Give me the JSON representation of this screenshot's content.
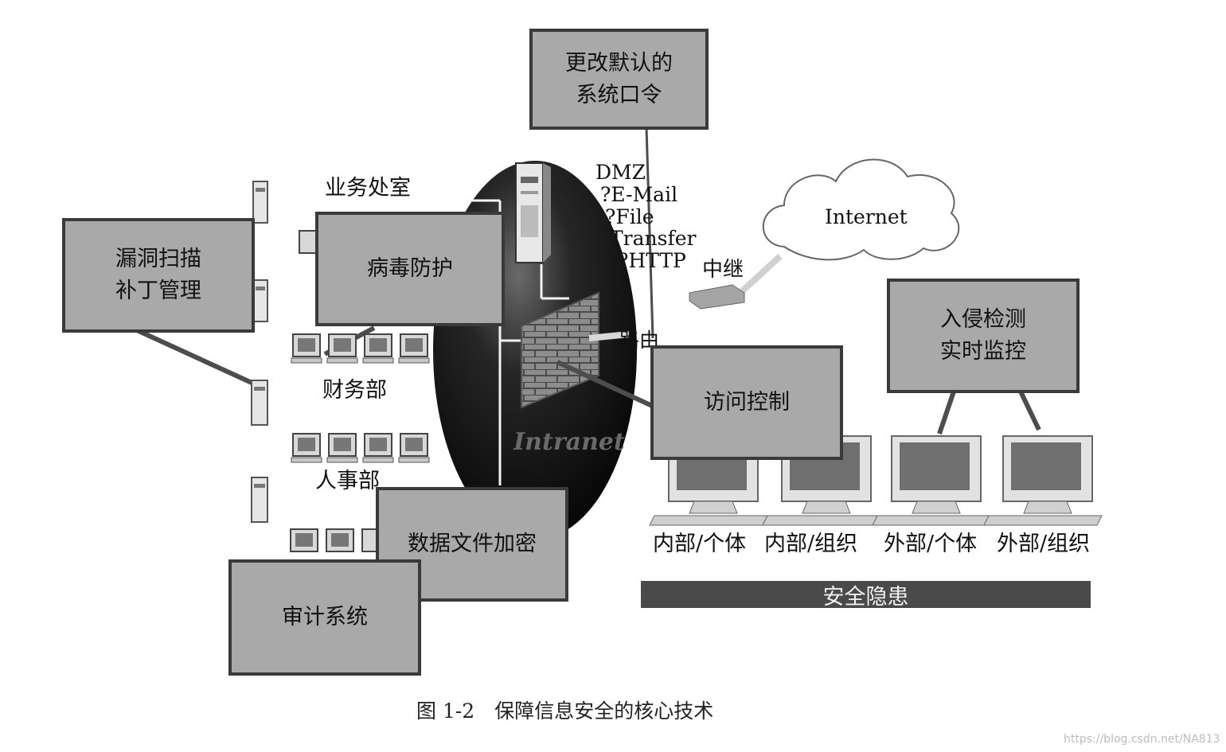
{
  "boxes": {
    "default_password": [
      "更改默认的",
      "系统口令"
    ],
    "vuln_scan": [
      "漏洞扫描",
      "补丁管理"
    ],
    "antivirus": [
      "病毒防护"
    ],
    "access_control": [
      "访问控制"
    ],
    "intrusion_detection": [
      "入侵检测",
      "实时监控"
    ],
    "file_encryption": [
      "数据文件加密"
    ],
    "audit": [
      "审计系统"
    ]
  },
  "labels": {
    "business_office": "业务处室",
    "finance": "财务部",
    "hr": "人事部",
    "intranet": "Intranet",
    "router": "路由",
    "relay": "中继",
    "internet": "Internet",
    "dmz": [
      "DMZ",
      "?E-Mail",
      "?File",
      "Transfer",
      "?HTTP"
    ]
  },
  "threats": {
    "items": [
      "内部/个体",
      "内部/组织",
      "外部/个体",
      "外部/组织"
    ],
    "bar_label": "安全隐患"
  },
  "caption": "图 1-2　保障信息安全的核心技术",
  "watermark": "https://blog.csdn.net/NA813",
  "colors": {
    "box_fill": "#a9a9a9",
    "box_border": "#3a3a3a",
    "intranet_dark": "#0e0e0e",
    "bar_fill": "#4a4a4a",
    "connector": "#4d4d4d"
  }
}
